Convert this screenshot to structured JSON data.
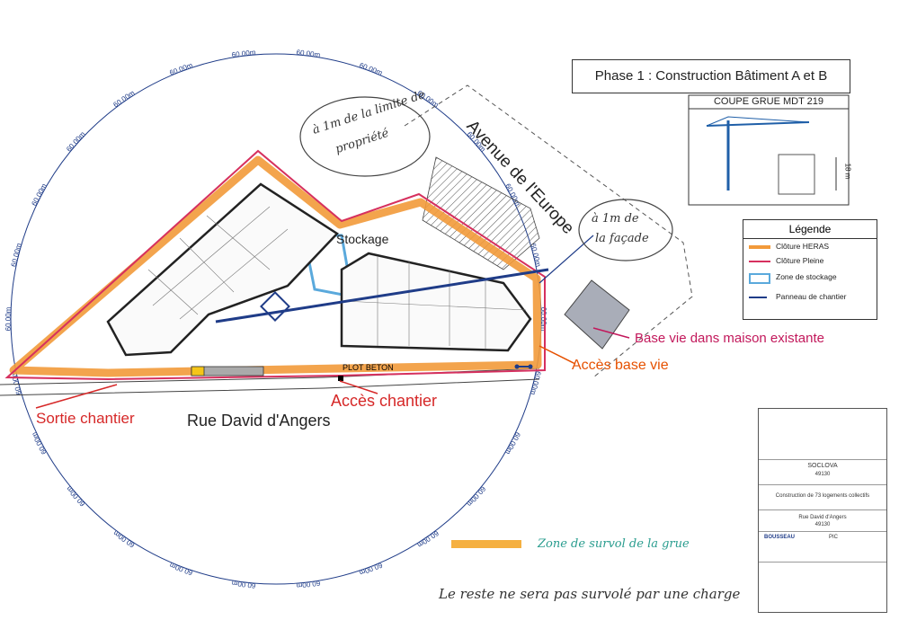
{
  "title": "Phase 1 : Construction Bâtiment A et B",
  "street_avenue": "Avenue de l'Europe",
  "street_rue": "Rue David d'Angers",
  "radius_label": "60.00m",
  "labels": {
    "stockage": "Stockage",
    "base_vie": "Base vie dans maison existante",
    "acces_base_vie": "Accès base vie",
    "acces_chantier": "Accès chantier",
    "sortie_chantier": "Sortie chantier",
    "plot_beton": "PLOT BETON"
  },
  "annotations": {
    "limite": [
      "à 1m de la limite de",
      "propriété"
    ],
    "facade": [
      "à 1m de",
      "la façade"
    ],
    "survol": "Zone de survol de la grue",
    "reste": "Le reste ne sera pas survolé par une charge"
  },
  "crane_section": {
    "title": "COUPE GRUE MDT 219",
    "height": "18 m"
  },
  "legend": {
    "title": "Légende",
    "items": [
      {
        "label": "Clôture HERAS",
        "color": "#f29a3a"
      },
      {
        "label": "Clôture Pleine",
        "color": "#d6305e"
      },
      {
        "label": "Zone de stockage",
        "color": "#5aa9dc"
      },
      {
        "label": "Panneau de chantier",
        "color": "#1f3c88"
      }
    ]
  },
  "cartouche": {
    "client": "SOCLOVA",
    "code": "49130",
    "project": "Construction de 73 logements collectifs",
    "address": "Rue David d'Angers",
    "address_code": "49130",
    "company": "BOUSSEAU",
    "doc": "PIC"
  },
  "colors": {
    "heras": "#f29a3a",
    "pleine": "#d6305e",
    "stockage": "#5aa9dc",
    "radius": "#1f3c88",
    "label_red": "#d62828",
    "label_magenta": "#c2185b",
    "label_orange": "#e65100"
  }
}
